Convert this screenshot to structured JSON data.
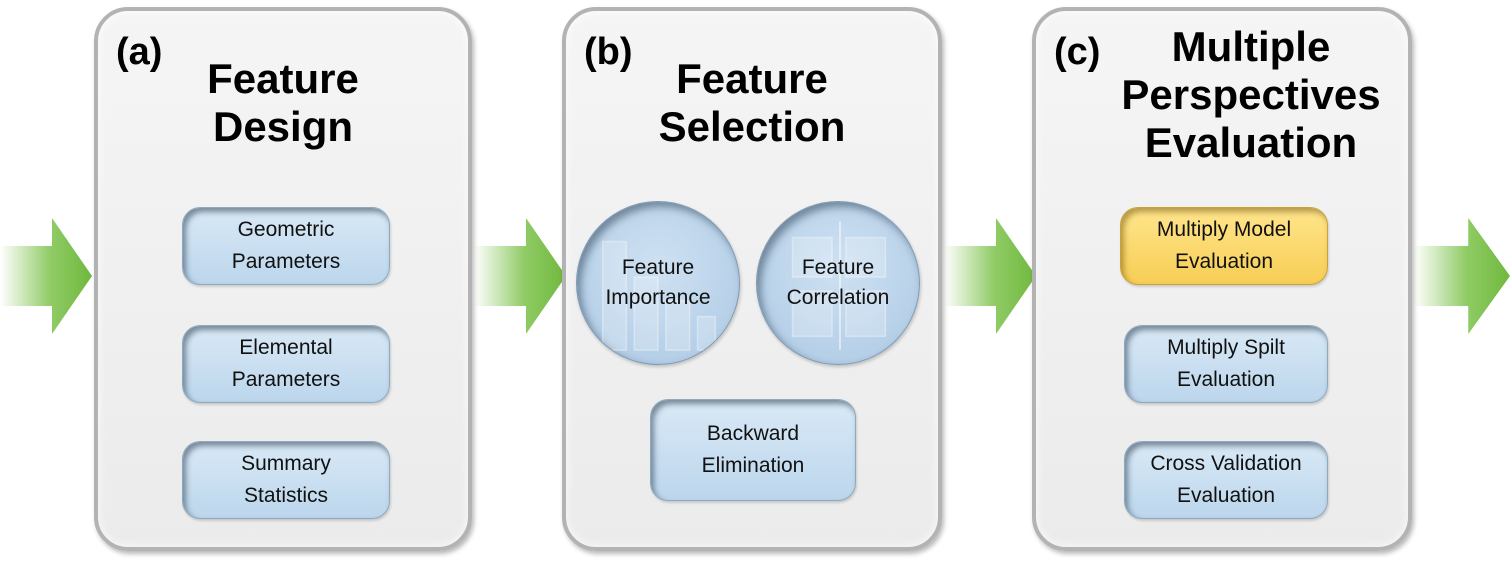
{
  "colors": {
    "arrow_green": "#7cc24a",
    "panel_border": "#b3b3b3",
    "pill_blue": "#c6dcef",
    "pill_yellow": "#f9d86a"
  },
  "panels": [
    {
      "label": "(a)",
      "title_lines": [
        "Feature",
        "Design"
      ],
      "items": [
        {
          "lines": [
            "Geometric",
            "Parameters"
          ],
          "style": "blue"
        },
        {
          "lines": [
            "Elemental",
            "Parameters"
          ],
          "style": "blue"
        },
        {
          "lines": [
            "Summary",
            "Statistics"
          ],
          "style": "blue"
        }
      ]
    },
    {
      "label": "(b)",
      "title_lines": [
        "Feature",
        "Selection"
      ],
      "circles": [
        {
          "lines": [
            "Feature",
            "Importance"
          ],
          "icon": "bar-chart-icon"
        },
        {
          "lines": [
            "Feature",
            "Correlation"
          ],
          "icon": "matrix-icon"
        }
      ],
      "items": [
        {
          "lines": [
            "Backward",
            "Elimination"
          ],
          "style": "blue"
        }
      ]
    },
    {
      "label": "(c)",
      "title_lines": [
        "Multiple",
        "Perspectives",
        "Evaluation"
      ],
      "items": [
        {
          "lines": [
            "Multiply Model",
            "Evaluation"
          ],
          "style": "yellow"
        },
        {
          "lines": [
            "Multiply Spilt",
            "Evaluation"
          ],
          "style": "blue"
        },
        {
          "lines": [
            "Cross Validation",
            "Evaluation"
          ],
          "style": "blue"
        }
      ]
    }
  ]
}
